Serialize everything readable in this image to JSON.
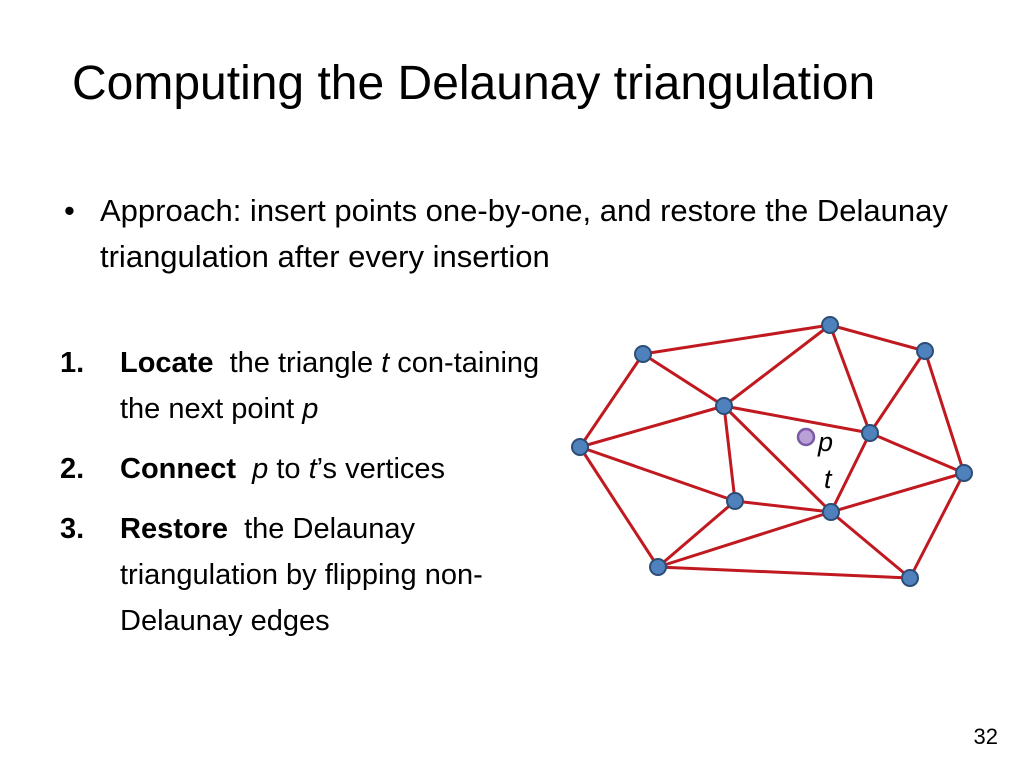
{
  "title": "Computing the Delaunay triangulation",
  "bullet": "Approach: insert points one-by-one, and restore the Delaunay triangulation after every insertion",
  "steps": [
    {
      "number": "1.",
      "keyword": "Locate",
      "t1": "the triangle ",
      "v1": "t",
      "t2": " con-taining the next point ",
      "v2": "p",
      "t3": ""
    },
    {
      "number": "2.",
      "keyword": "Connect",
      "t1": "",
      "v1": "p",
      "t2": " to ",
      "v2": "t",
      "t3": "’s vertices"
    },
    {
      "number": "3.",
      "keyword": "Restore",
      "t1": "the Delaunay triangulation by flipping non-Delaunay edges",
      "v1": "",
      "t2": "",
      "v2": "",
      "t3": ""
    }
  ],
  "diagram": {
    "point_label": "p",
    "triangle_label": "t",
    "colors": {
      "edge": "#c0191f",
      "vertex": "#4f81bd",
      "vertex_stroke": "#2c4d75",
      "new_point": "#b9a0d6",
      "new_point_stroke": "#7b5aa6"
    }
  },
  "page_number": "32"
}
